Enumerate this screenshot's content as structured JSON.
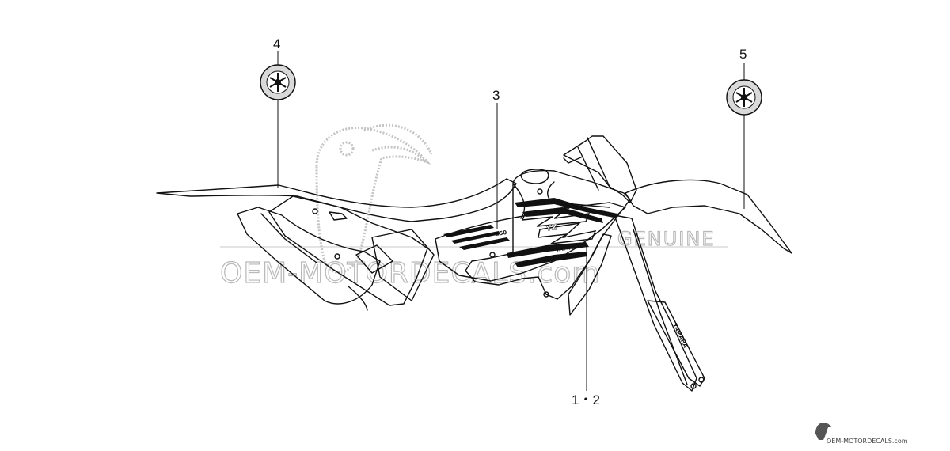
{
  "callouts": {
    "part_4": "4",
    "part_5": "5",
    "part_3": "3",
    "part_1_2": "1・2"
  },
  "watermark": {
    "line_1": "GENUINE",
    "line_2": "OEM-MOTORDECALS.com"
  },
  "footer": {
    "site": "OEM-MOTORDECALS.com"
  },
  "decal_text": {
    "brand": "YAMAHA",
    "model": "YZ",
    "size": "250"
  },
  "colors": {
    "line": "#111111",
    "watermark": "#bdbdbd",
    "emblem_fill": "#d9d9d9"
  },
  "icons": {
    "emblem": "yamaha-tuning-fork-emblem-icon",
    "watermark_mark": "toucan-icon"
  }
}
